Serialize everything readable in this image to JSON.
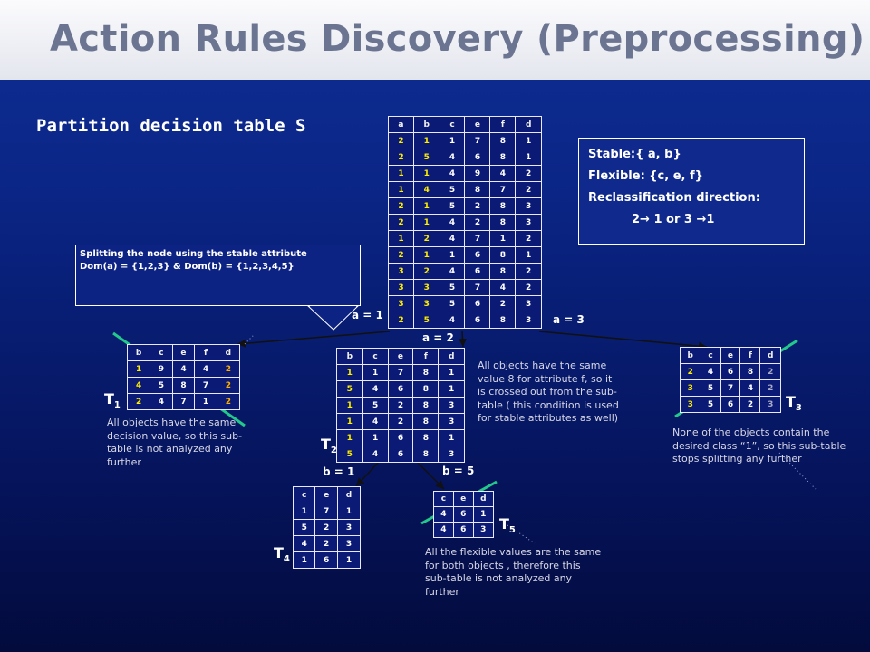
{
  "title": "Action Rules Discovery (Preprocessing)",
  "subtitle": "Partition decision table S",
  "main_table": {
    "headers": [
      "a",
      "b",
      "c",
      "e",
      "f",
      "d"
    ],
    "rows": [
      [
        "2",
        "1",
        "1",
        "7",
        "8",
        "1"
      ],
      [
        "2",
        "5",
        "4",
        "6",
        "8",
        "1"
      ],
      [
        "1",
        "1",
        "4",
        "9",
        "4",
        "2"
      ],
      [
        "1",
        "4",
        "5",
        "8",
        "7",
        "2"
      ],
      [
        "2",
        "1",
        "5",
        "2",
        "8",
        "3"
      ],
      [
        "2",
        "1",
        "4",
        "2",
        "8",
        "3"
      ],
      [
        "1",
        "2",
        "4",
        "7",
        "1",
        "2"
      ],
      [
        "2",
        "1",
        "1",
        "6",
        "8",
        "1"
      ],
      [
        "3",
        "2",
        "4",
        "6",
        "8",
        "2"
      ],
      [
        "3",
        "3",
        "5",
        "7",
        "4",
        "2"
      ],
      [
        "3",
        "3",
        "5",
        "6",
        "2",
        "3"
      ],
      [
        "2",
        "5",
        "4",
        "6",
        "8",
        "3"
      ]
    ]
  },
  "info_box": {
    "stable": "Stable:{ a, b}",
    "flexible": "Flexible: {c, e, f}",
    "direction_label": "Reclassification direction:",
    "direction_value": "2→ 1 or 3 →1"
  },
  "callout": {
    "line1": "Splitting the node using the stable attribute",
    "line2": "Dom(a) = {1,2,3} & Dom(b) = {1,2,3,4,5}"
  },
  "branch_labels": {
    "a1": "a = 1",
    "a2": "a = 2",
    "a3": "a = 3",
    "b1": "b = 1",
    "b5": "b = 5"
  },
  "t1": {
    "name": "T",
    "sub": "1",
    "headers": [
      "b",
      "c",
      "e",
      "f",
      "d"
    ],
    "rows": [
      [
        "1",
        "9",
        "4",
        "4",
        "2"
      ],
      [
        "4",
        "5",
        "8",
        "7",
        "2"
      ],
      [
        "2",
        "4",
        "7",
        "1",
        "2"
      ]
    ],
    "note": "All objects have the same decision value, so this sub-table is not analyzed any further"
  },
  "t2": {
    "name": "T",
    "sub": "2",
    "headers": [
      "b",
      "c",
      "e",
      "f",
      "d"
    ],
    "rows": [
      [
        "1",
        "1",
        "7",
        "8",
        "1"
      ],
      [
        "5",
        "4",
        "6",
        "8",
        "1"
      ],
      [
        "1",
        "5",
        "2",
        "8",
        "3"
      ],
      [
        "1",
        "4",
        "2",
        "8",
        "3"
      ],
      [
        "1",
        "1",
        "6",
        "8",
        "1"
      ],
      [
        "5",
        "4",
        "6",
        "8",
        "3"
      ]
    ],
    "note": "All objects have the same value 8 for attribute f, so it is crossed out from the sub-table ( this condition is used for stable attributes as well)"
  },
  "t3": {
    "name": "T",
    "sub": "3",
    "headers": [
      "b",
      "c",
      "e",
      "f",
      "d"
    ],
    "rows": [
      [
        "2",
        "4",
        "6",
        "8",
        "2"
      ],
      [
        "3",
        "5",
        "7",
        "4",
        "2"
      ],
      [
        "3",
        "5",
        "6",
        "2",
        "3"
      ]
    ],
    "note": "None of the objects contain the desired class “1”, so this sub-table stops splitting any further"
  },
  "t4": {
    "name": "T",
    "sub": "4",
    "headers": [
      "c",
      "e",
      "d"
    ],
    "rows": [
      [
        "1",
        "7",
        "1"
      ],
      [
        "5",
        "2",
        "3"
      ],
      [
        "4",
        "2",
        "3"
      ],
      [
        "1",
        "6",
        "1"
      ]
    ]
  },
  "t5": {
    "name": "T",
    "sub": "5",
    "headers": [
      "c",
      "e",
      "d"
    ],
    "rows": [
      [
        "4",
        "6",
        "1"
      ],
      [
        "4",
        "6",
        "3"
      ]
    ],
    "note": "All the flexible values are the same for both objects , therefore this sub-table is not analyzed any further"
  },
  "colors": {
    "background": "#0a2585",
    "header_bg": "#f0f1f6",
    "title": "#6b7591",
    "value_yellow": "#ffee00",
    "value_orange": "#ffb000",
    "cross_line": "#22c98a"
  }
}
